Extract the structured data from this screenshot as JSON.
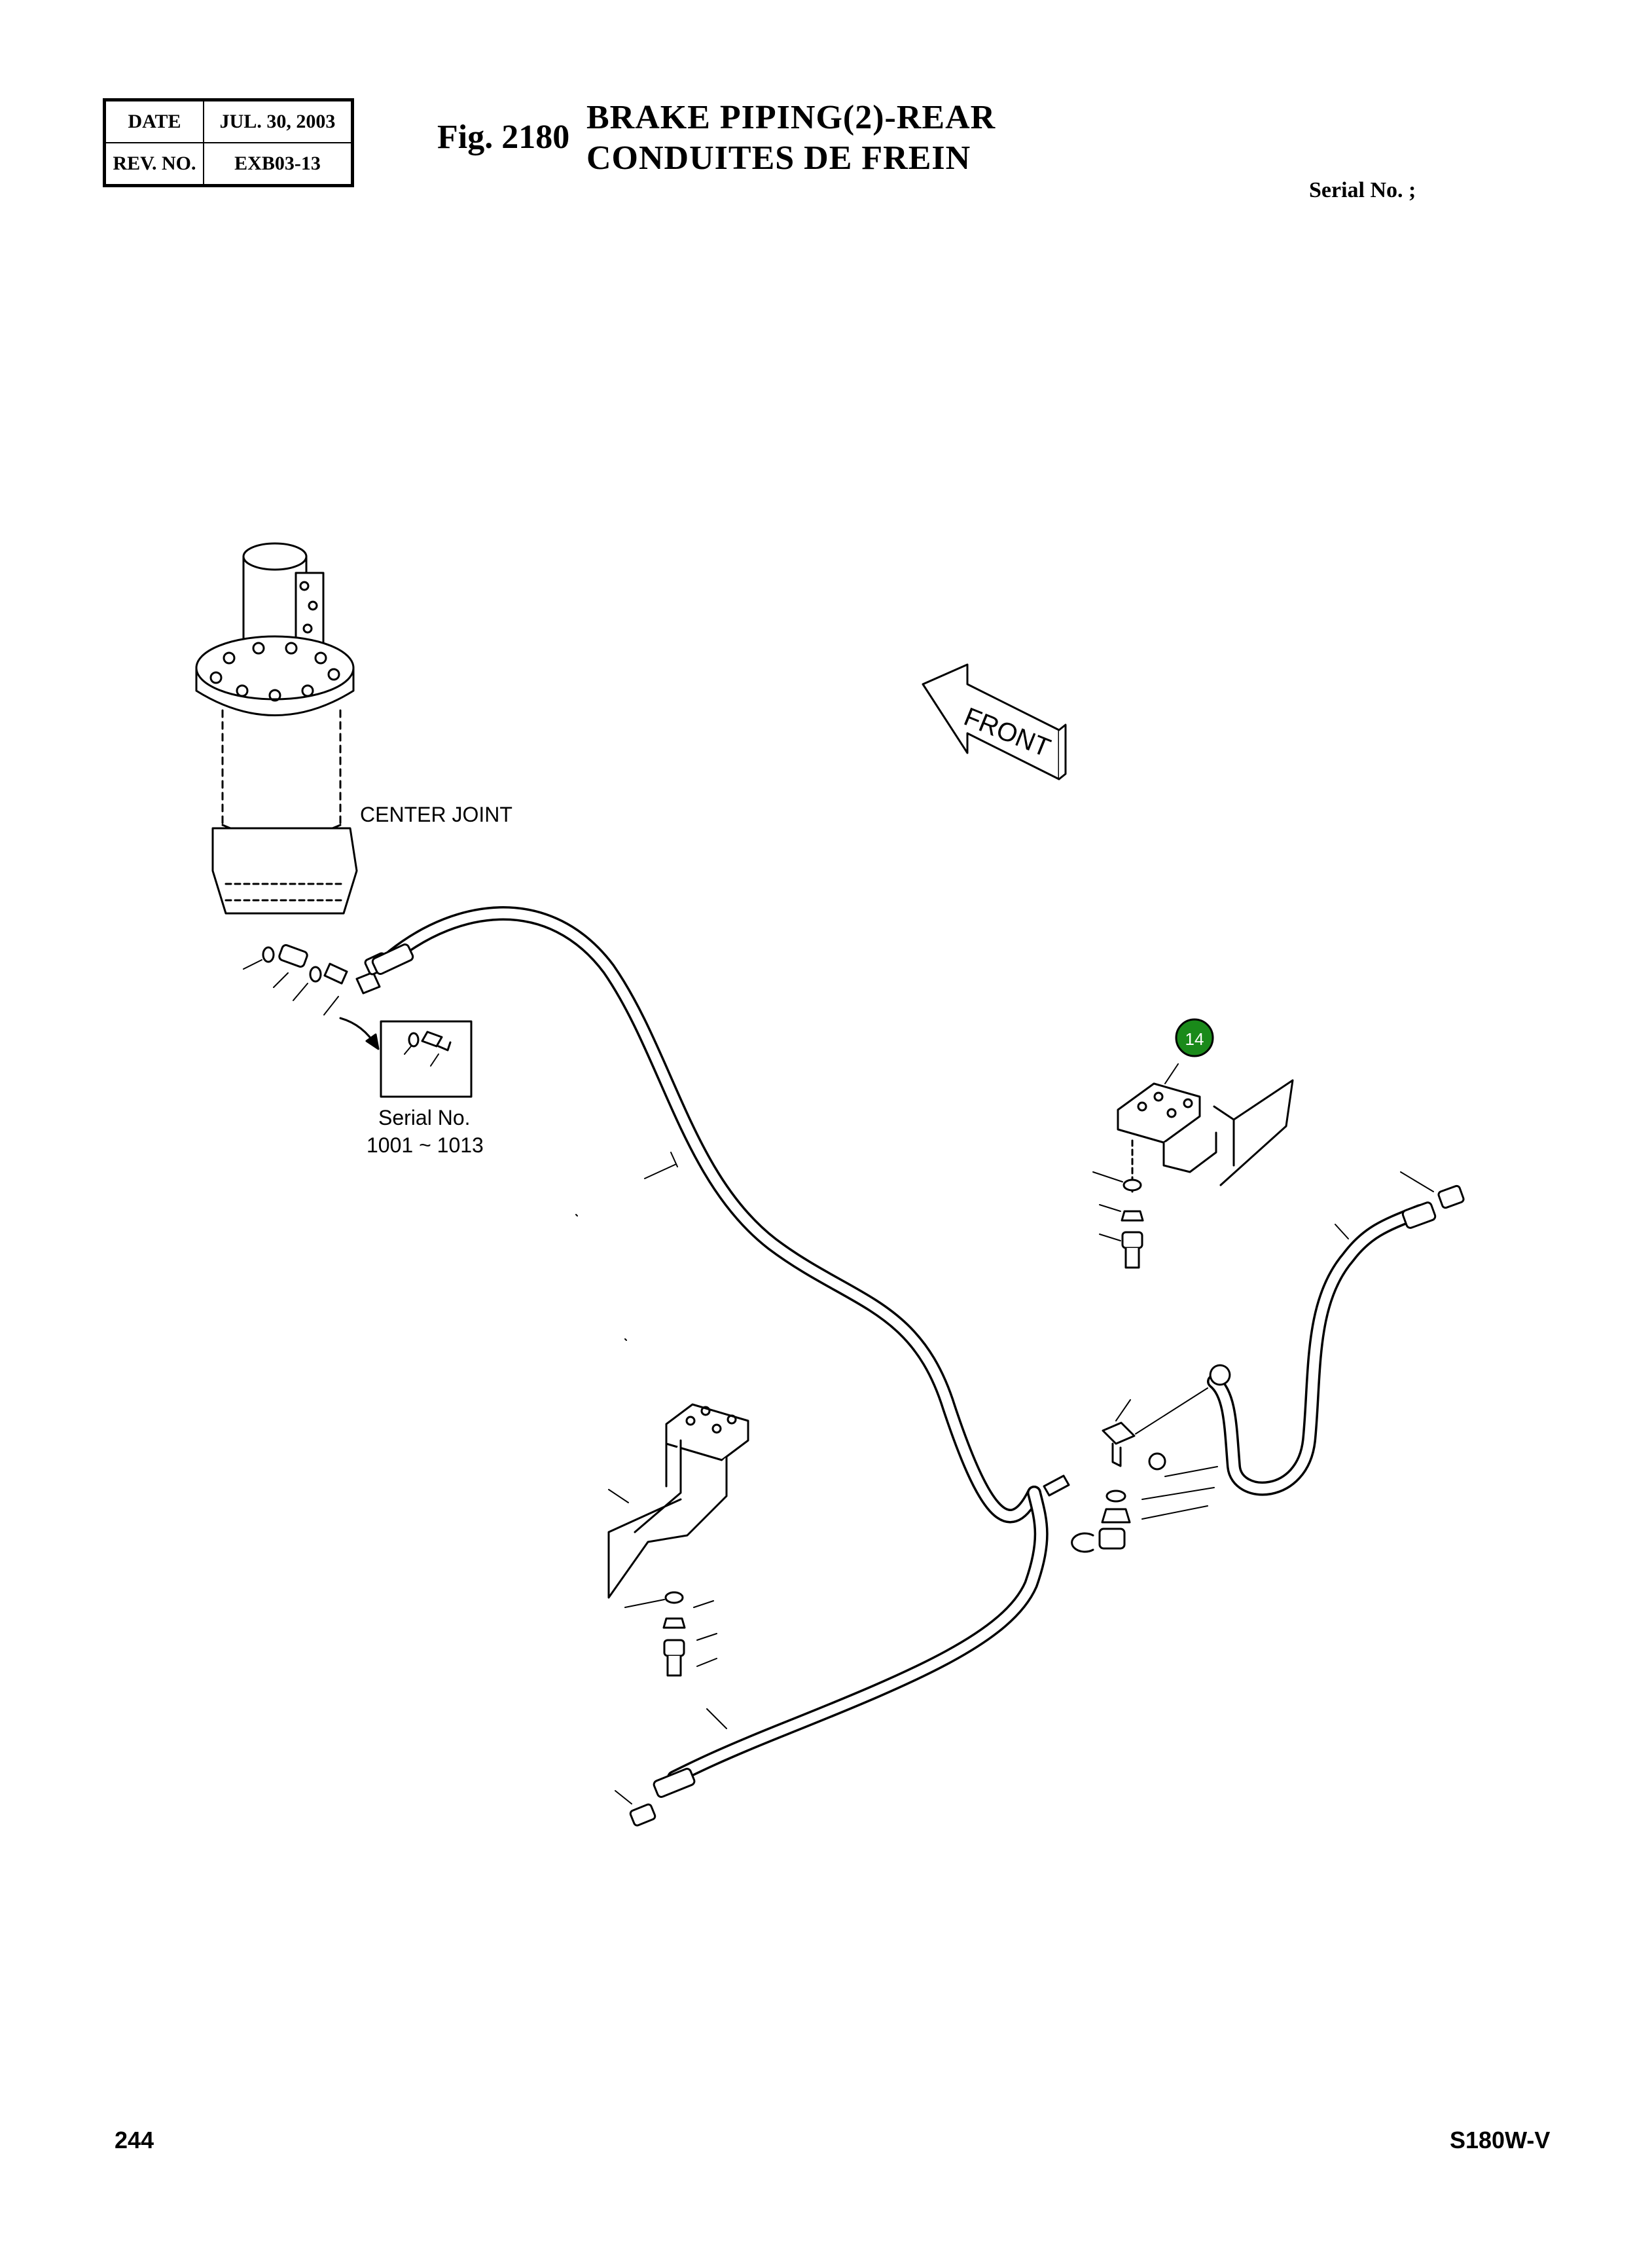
{
  "header": {
    "date_label": "DATE",
    "date_value": "JUL. 30, 2003",
    "rev_label": "REV. NO.",
    "rev_value": "EXB03-13",
    "fig_number": "Fig. 2180",
    "title_en": "BRAKE PIPING(2)-REAR",
    "title_fr": "CONDUITES DE FREIN",
    "serial": "Serial No. ;"
  },
  "diagram": {
    "center_joint_label": "CENTER JOINT",
    "inset_serial_label": "Serial No.",
    "inset_serial_range": "1001 ~ 1013",
    "front_label": "FRONT",
    "callout_number": "14",
    "callout_color": "#1a8a1a"
  },
  "footer": {
    "page": "244",
    "model": "S180W-V"
  }
}
